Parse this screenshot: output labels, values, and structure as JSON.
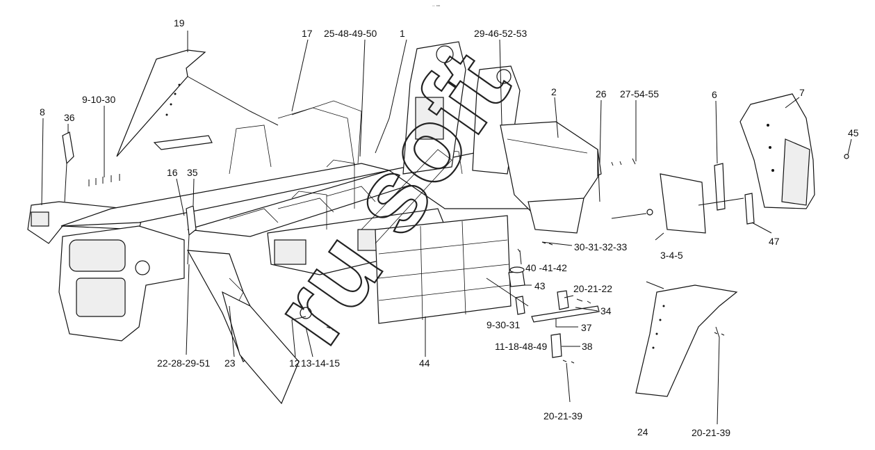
{
  "caption": "–· •••",
  "watermark": "ru soft",
  "callouts": [
    {
      "id": "19",
      "text": "19"
    },
    {
      "id": "17",
      "text": "17"
    },
    {
      "id": "25-48-49-50",
      "text": "25-48-49-50"
    },
    {
      "id": "1",
      "text": "1"
    },
    {
      "id": "29-46-52-53",
      "text": "29-46-52-53"
    },
    {
      "id": "2",
      "text": "2"
    },
    {
      "id": "26",
      "text": "26"
    },
    {
      "id": "27-54-55",
      "text": "27-54-55"
    },
    {
      "id": "6",
      "text": "6"
    },
    {
      "id": "7",
      "text": "7"
    },
    {
      "id": "45",
      "text": "45"
    },
    {
      "id": "9-10-30",
      "text": "9-10-30"
    },
    {
      "id": "8",
      "text": "8"
    },
    {
      "id": "36",
      "text": "36"
    },
    {
      "id": "16",
      "text": "16"
    },
    {
      "id": "35",
      "text": "35"
    },
    {
      "id": "47",
      "text": "47"
    },
    {
      "id": "30-31-32-33",
      "text": "30-31-32-33"
    },
    {
      "id": "3-4-5",
      "text": "3-4-5"
    },
    {
      "id": "40-41-42",
      "text": "40 -41-42"
    },
    {
      "id": "43",
      "text": "43"
    },
    {
      "id": "20-21-22",
      "text": "20-21-22"
    },
    {
      "id": "34",
      "text": "34"
    },
    {
      "id": "9-30-31",
      "text": "9-30-31"
    },
    {
      "id": "37",
      "text": "37"
    },
    {
      "id": "11-18-48-49",
      "text": "11-18-48-49"
    },
    {
      "id": "38",
      "text": "38"
    },
    {
      "id": "22-28-29-51",
      "text": "22-28-29-51"
    },
    {
      "id": "23",
      "text": "23"
    },
    {
      "id": "12",
      "text": "12"
    },
    {
      "id": "13-14-15",
      "text": "13-14-15"
    },
    {
      "id": "44",
      "text": "44"
    },
    {
      "id": "20-21-39-a",
      "text": "20-21-39"
    },
    {
      "id": "24",
      "text": "24"
    },
    {
      "id": "20-21-39-b",
      "text": "20-21-39"
    }
  ]
}
